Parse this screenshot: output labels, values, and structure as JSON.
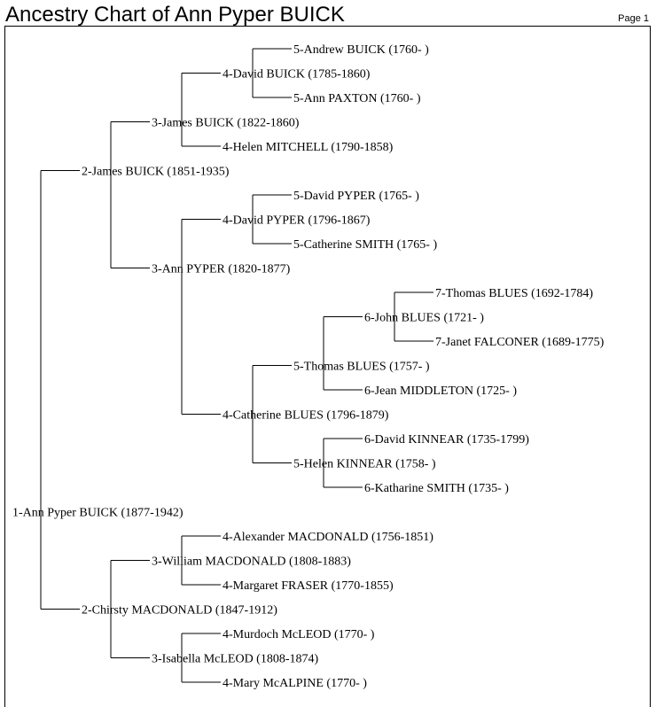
{
  "header": {
    "title": "Ancestry Chart of Ann Pyper BUICK",
    "page_label": "Page 1"
  },
  "people": [
    {
      "id": "p1",
      "label": "1-Ann Pyper BUICK (1877-1942)"
    },
    {
      "id": "p2a",
      "label": "2-James BUICK (1851-1935)"
    },
    {
      "id": "p3a",
      "label": "3-James BUICK (1822-1860)"
    },
    {
      "id": "p4a",
      "label": "4-David BUICK (1785-1860)"
    },
    {
      "id": "p5a",
      "label": "5-Andrew BUICK (1760-          )"
    },
    {
      "id": "p5b",
      "label": "5-Ann PAXTON (1760-          )"
    },
    {
      "id": "p4b",
      "label": "4-Helen MITCHELL (1790-1858)"
    },
    {
      "id": "p3b",
      "label": "3-Ann PYPER (1820-1877)"
    },
    {
      "id": "p4c",
      "label": "4-David PYPER (1796-1867)"
    },
    {
      "id": "p5c",
      "label": "5-David PYPER (1765-          )"
    },
    {
      "id": "p5d",
      "label": "5-Catherine SMITH (1765-          )"
    },
    {
      "id": "p4d",
      "label": "4-Catherine BLUES (1796-1879)"
    },
    {
      "id": "p5e",
      "label": "5-Thomas BLUES (1757-          )"
    },
    {
      "id": "p6a",
      "label": "6-John BLUES (1721-          )"
    },
    {
      "id": "p7a",
      "label": "7-Thomas BLUES (1692-1784)"
    },
    {
      "id": "p7b",
      "label": "7-Janet FALCONER (1689-1775)"
    },
    {
      "id": "p6b",
      "label": "6-Jean MIDDLETON (1725-          )"
    },
    {
      "id": "p5f",
      "label": "5-Helen KINNEAR (1758-          )"
    },
    {
      "id": "p6c",
      "label": "6-David KINNEAR (1735-1799)"
    },
    {
      "id": "p6d",
      "label": "6-Katharine SMITH (1735-          )"
    },
    {
      "id": "p2b",
      "label": "2-Chirsty MACDONALD (1847-1912)"
    },
    {
      "id": "p3c",
      "label": "3-William MACDONALD (1808-1883)"
    },
    {
      "id": "p4e",
      "label": "4-Alexander MACDONALD (1756-1851)"
    },
    {
      "id": "p4f",
      "label": "4-Margaret FRASER (1770-1855)"
    },
    {
      "id": "p3d",
      "label": "3-Isabella McLEOD (1808-1874)"
    },
    {
      "id": "p4g",
      "label": "4-Murdoch McLEOD (1770-          )"
    },
    {
      "id": "p4h",
      "label": "4-Mary McALPINE (1770-          )"
    }
  ],
  "tree": {
    "id": "p1",
    "father": {
      "id": "p2a",
      "father": {
        "id": "p3a",
        "father": {
          "id": "p4a",
          "father": {
            "id": "p5a"
          },
          "mother": {
            "id": "p5b"
          }
        },
        "mother": {
          "id": "p4b"
        }
      },
      "mother": {
        "id": "p3b",
        "father": {
          "id": "p4c",
          "father": {
            "id": "p5c"
          },
          "mother": {
            "id": "p5d"
          }
        },
        "mother": {
          "id": "p4d",
          "father": {
            "id": "p5e",
            "father": {
              "id": "p6a",
              "father": {
                "id": "p7a"
              },
              "mother": {
                "id": "p7b"
              }
            },
            "mother": {
              "id": "p6b"
            }
          },
          "mother": {
            "id": "p5f",
            "father": {
              "id": "p6c"
            },
            "mother": {
              "id": "p6d"
            }
          }
        }
      }
    },
    "mother": {
      "id": "p2b",
      "father": {
        "id": "p3c",
        "father": {
          "id": "p4e"
        },
        "mother": {
          "id": "p4f"
        }
      },
      "mother": {
        "id": "p3d",
        "father": {
          "id": "p4g"
        },
        "mother": {
          "id": "p4h"
        }
      }
    }
  }
}
